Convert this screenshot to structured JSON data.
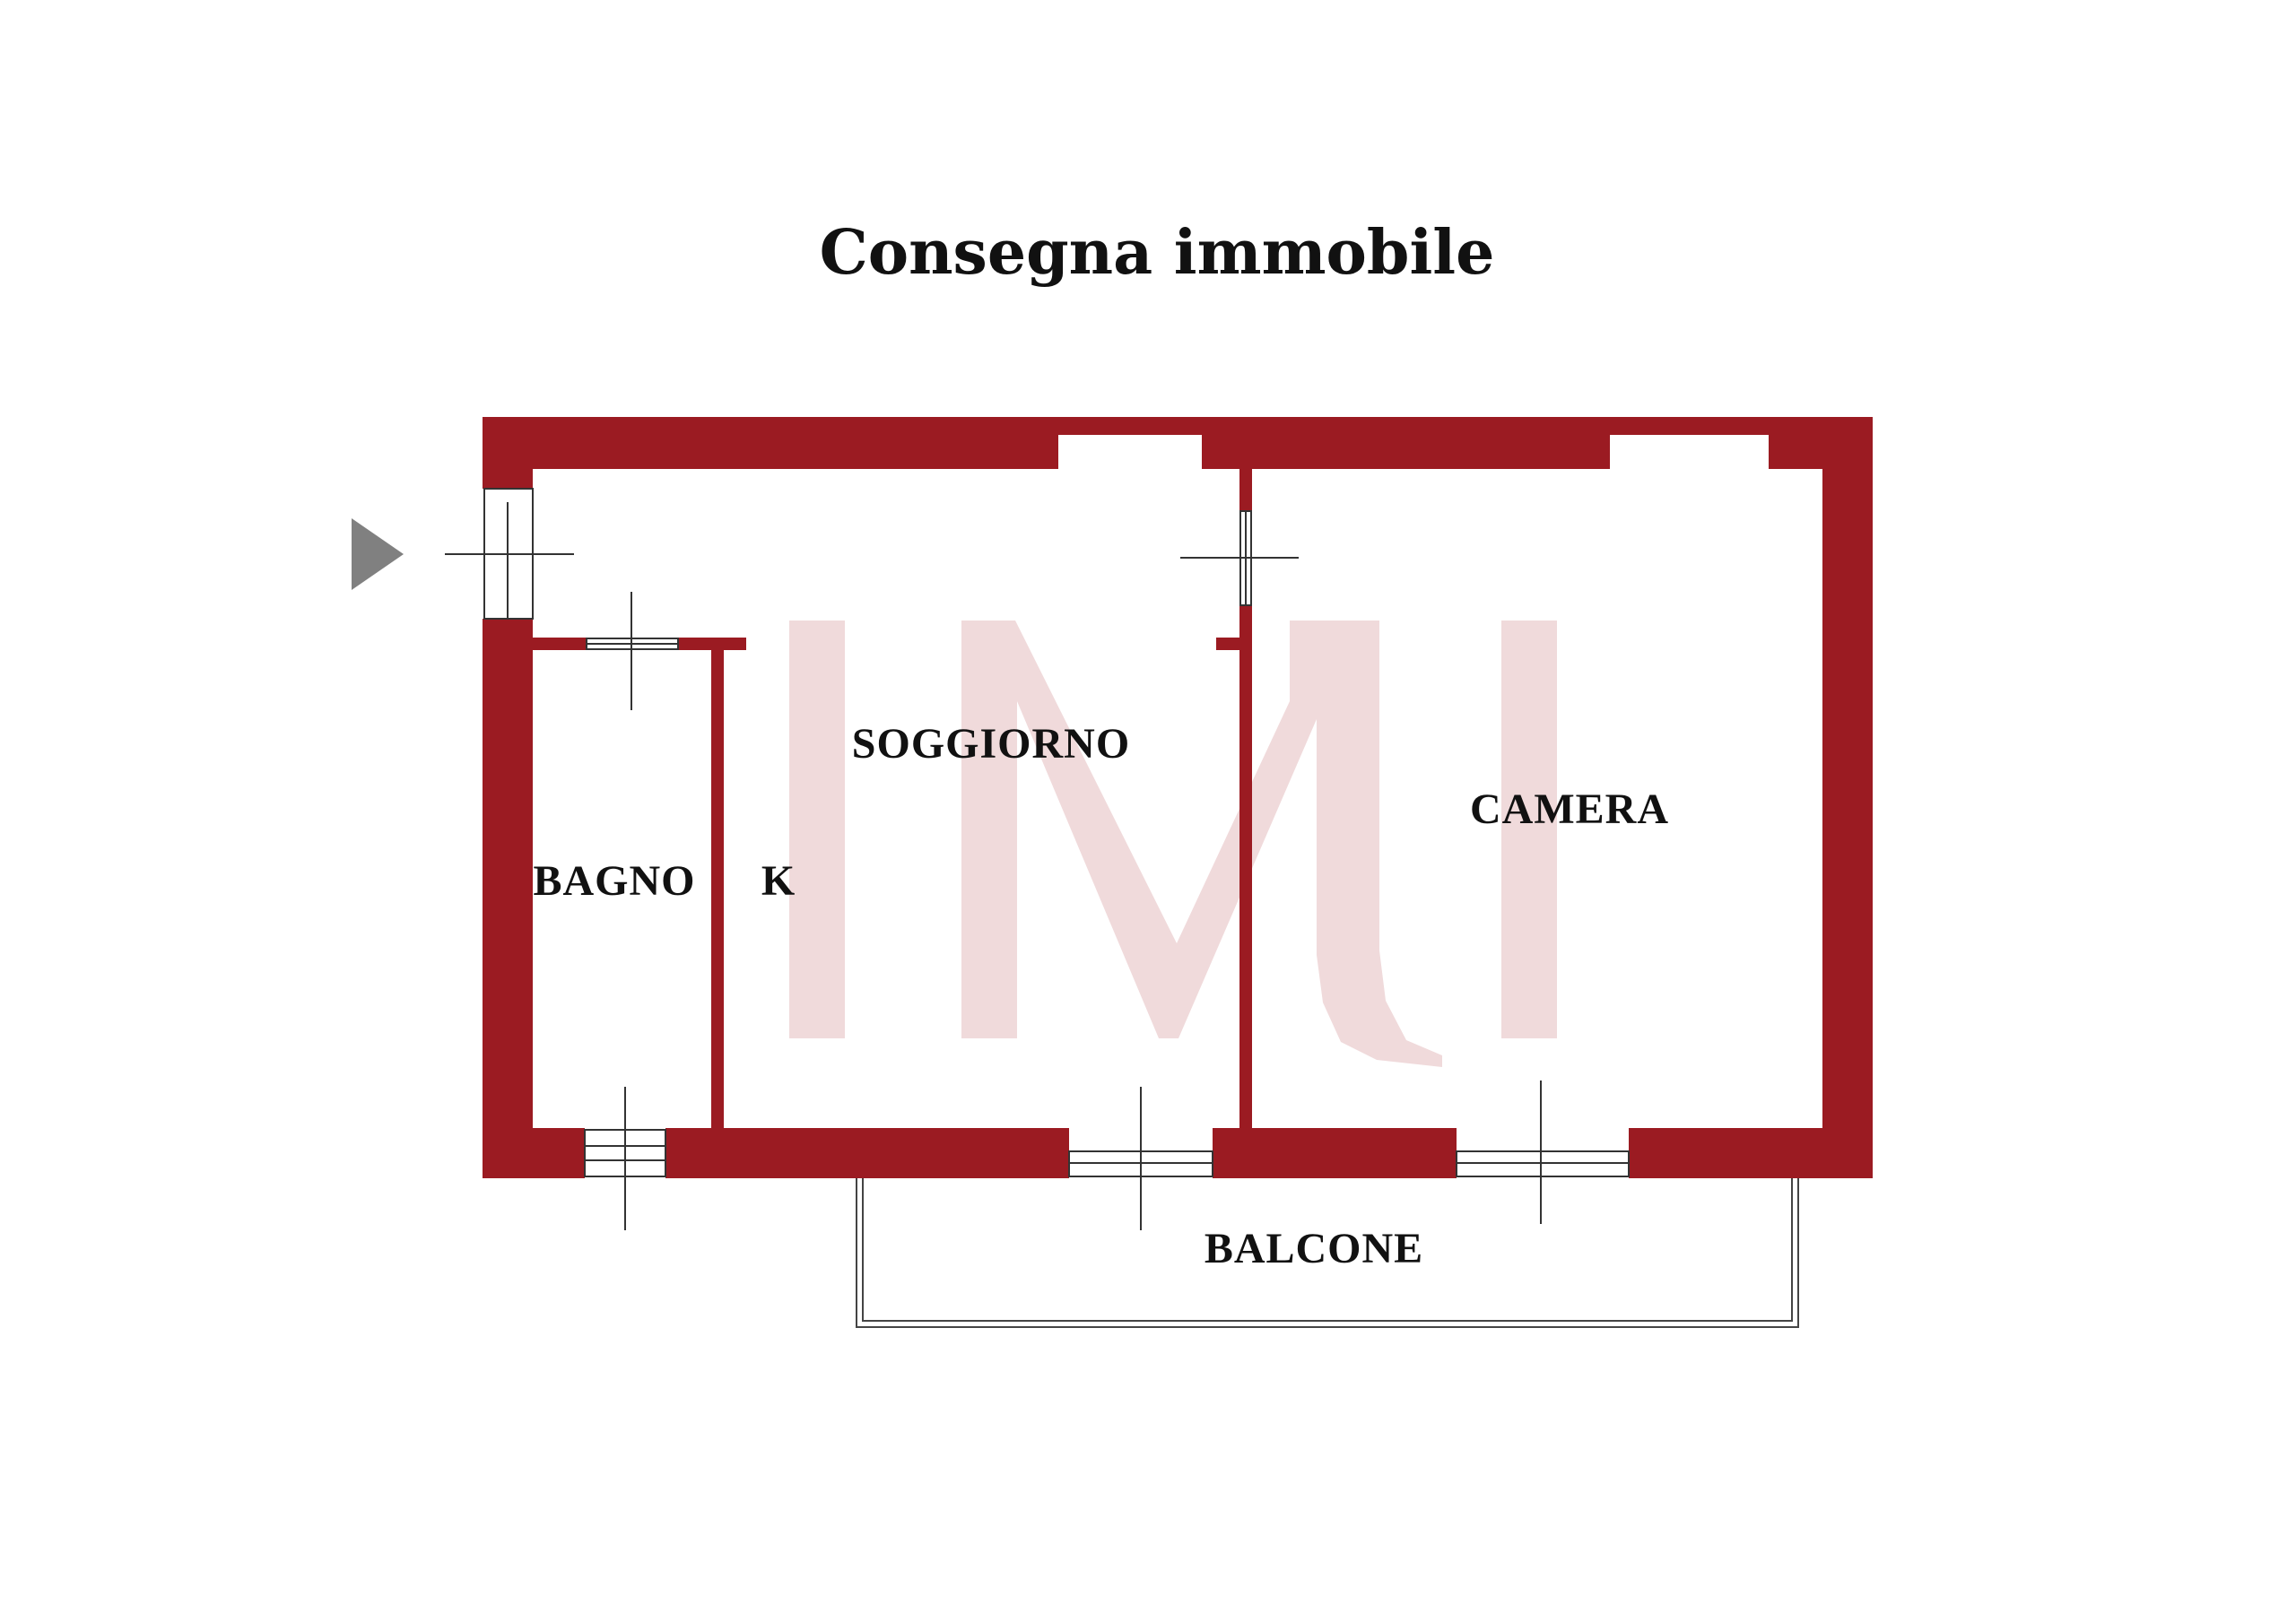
{
  "title": "Consegna immobile",
  "colors": {
    "wall": "#9b1b22",
    "watermark": "#f0dadb",
    "entry_arrow": "#808080",
    "line": "#333333",
    "background": "#ffffff"
  },
  "rooms": {
    "soggiorno": "SOGGIORNO",
    "camera": "CAMERA",
    "bagno": "BAGNO",
    "kitchen": "K",
    "balcone": "BALCONE"
  },
  "icons": {
    "entry": "entry-arrow-icon",
    "watermark": "imi-logo-watermark"
  }
}
